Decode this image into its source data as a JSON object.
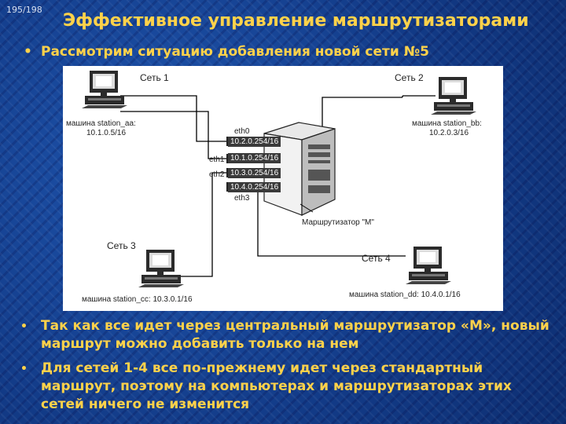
{
  "slide": {
    "page_counter": "195/198",
    "title": "Эффективное управление маршрутизаторами",
    "bullet_top": "Рассмотрим ситуацию добавления новой сети №5",
    "bullets_bottom": [
      "Так как все идет через центральный маршрутизатор «М», новый маршрут можно добавить только на нем",
      "Для сетей 1-4 все по-прежнему идет через стандартный маршрут, поэтому на компьютерах и маршрутизаторах этих сетей ничего не изменится"
    ],
    "colors": {
      "background": "#15408f",
      "title": "#ffd24a",
      "text": "#ffd24a"
    }
  },
  "diagram": {
    "networks": [
      "Сеть 1",
      "Сеть 2",
      "Сеть 3",
      "Сеть 4"
    ],
    "stations": [
      {
        "name": "машина station_aa:",
        "ip": "10.1.0.5/16"
      },
      {
        "name": "машина station_bb:",
        "ip": "10.2.0.3/16"
      },
      {
        "name": "машина station_cc: 10.3.0.1/16"
      },
      {
        "name": "машина station_dd: 10.4.0.1/16"
      }
    ],
    "router": {
      "label": "Маршрутизатор \"М\"",
      "interfaces": [
        "eth0",
        "eth1",
        "eth2",
        "eth3"
      ],
      "ips": [
        "10.2.0.254/16",
        "10.1.0.254/16",
        "10.3.0.254/16",
        "10.4.0.254/16"
      ]
    }
  }
}
